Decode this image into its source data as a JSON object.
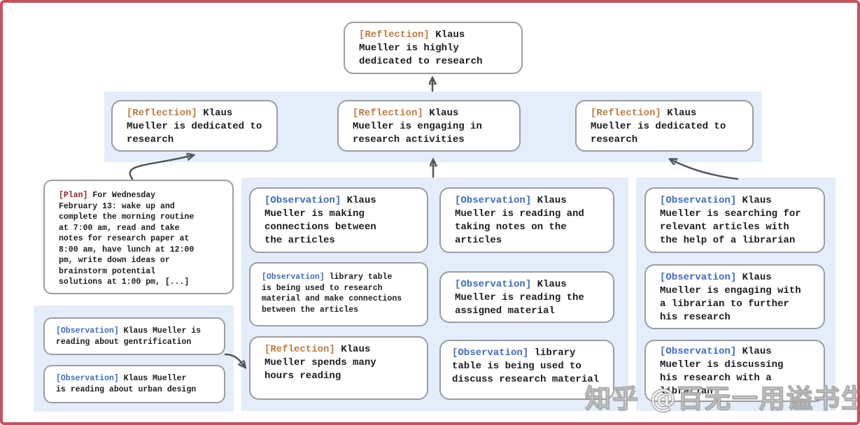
{
  "colors": {
    "frame_border": "#c8505e",
    "panel_blue": "#e4eefa",
    "node_border": "#9a9da1",
    "reflection_tag": "#bd7b3c",
    "observation_tag": "#3d6bbd",
    "plan_tag": "#8e2727",
    "arrow": "#50565e",
    "body_text": "#1c1c1c"
  },
  "watermark": "知乎 @百无一用谥书生",
  "nodes": {
    "top": {
      "tag": "[Reflection]",
      "text": "Klaus\nMueller is highly\ndedicated to research"
    },
    "band_r1": {
      "tag": "[Reflection]",
      "text": "Klaus\nMueller is dedicated to\nresearch"
    },
    "band_r2": {
      "tag": "[Reflection]",
      "text": "Klaus\nMueller is engaging in\nresearch activities"
    },
    "band_r3": {
      "tag": "[Reflection]",
      "text": "Klaus\nMueller is dedicated to\nresearch"
    },
    "plan": {
      "tag": "[Plan]",
      "text": "For Wednesday\nFebruary 13: wake up and\ncomplete the morning routine\nat 7:00 am, read and take\nnotes for research paper at\n8:00 am, have lunch at 12:00\npm, write down ideas or\nbrainstorm potential\nsolutions at 1:00 pm, [...]"
    },
    "obs_gentrification": {
      "tag": "[Observation]",
      "text": "Klaus Mueller is\nreading about gentrification"
    },
    "obs_urban_design": {
      "tag": "[Observation]",
      "text": "Klaus Mueller\nis reading about urban design"
    },
    "obs_connections": {
      "tag": "[Observation]",
      "text": "Klaus\nMueller is making\nconnections between\nthe articles"
    },
    "obs_library_research": {
      "tag": "[Observation]",
      "text": "library table\nis being used to research\nmaterial and make connections\nbetween the articles"
    },
    "refl_hours_reading": {
      "tag": "[Reflection]",
      "text": "Klaus\nMueller spends many\nhours reading"
    },
    "obs_taking_notes": {
      "tag": "[Observation]",
      "text": "Klaus\nMueller is reading and\ntaking notes on the\narticles"
    },
    "obs_assigned_material": {
      "tag": "[Observation]",
      "text": "Klaus\nMueller is reading the\nassigned material"
    },
    "obs_library_discuss": {
      "tag": "[Observation]",
      "text": "library\ntable is being used to\ndiscuss research material"
    },
    "obs_searching_articles": {
      "tag": "[Observation]",
      "text": "Klaus\nMueller is searching for\nrelevant articles with\nthe help of a librarian"
    },
    "obs_engaging_librarian": {
      "tag": "[Observation]",
      "text": "Klaus\nMueller is engaging with\na librarian to further\nhis research"
    },
    "obs_discussing_librarian": {
      "tag": "[Observation]",
      "text": "Klaus\nMueller is discussing\nhis research with a\nlibrarian"
    }
  }
}
